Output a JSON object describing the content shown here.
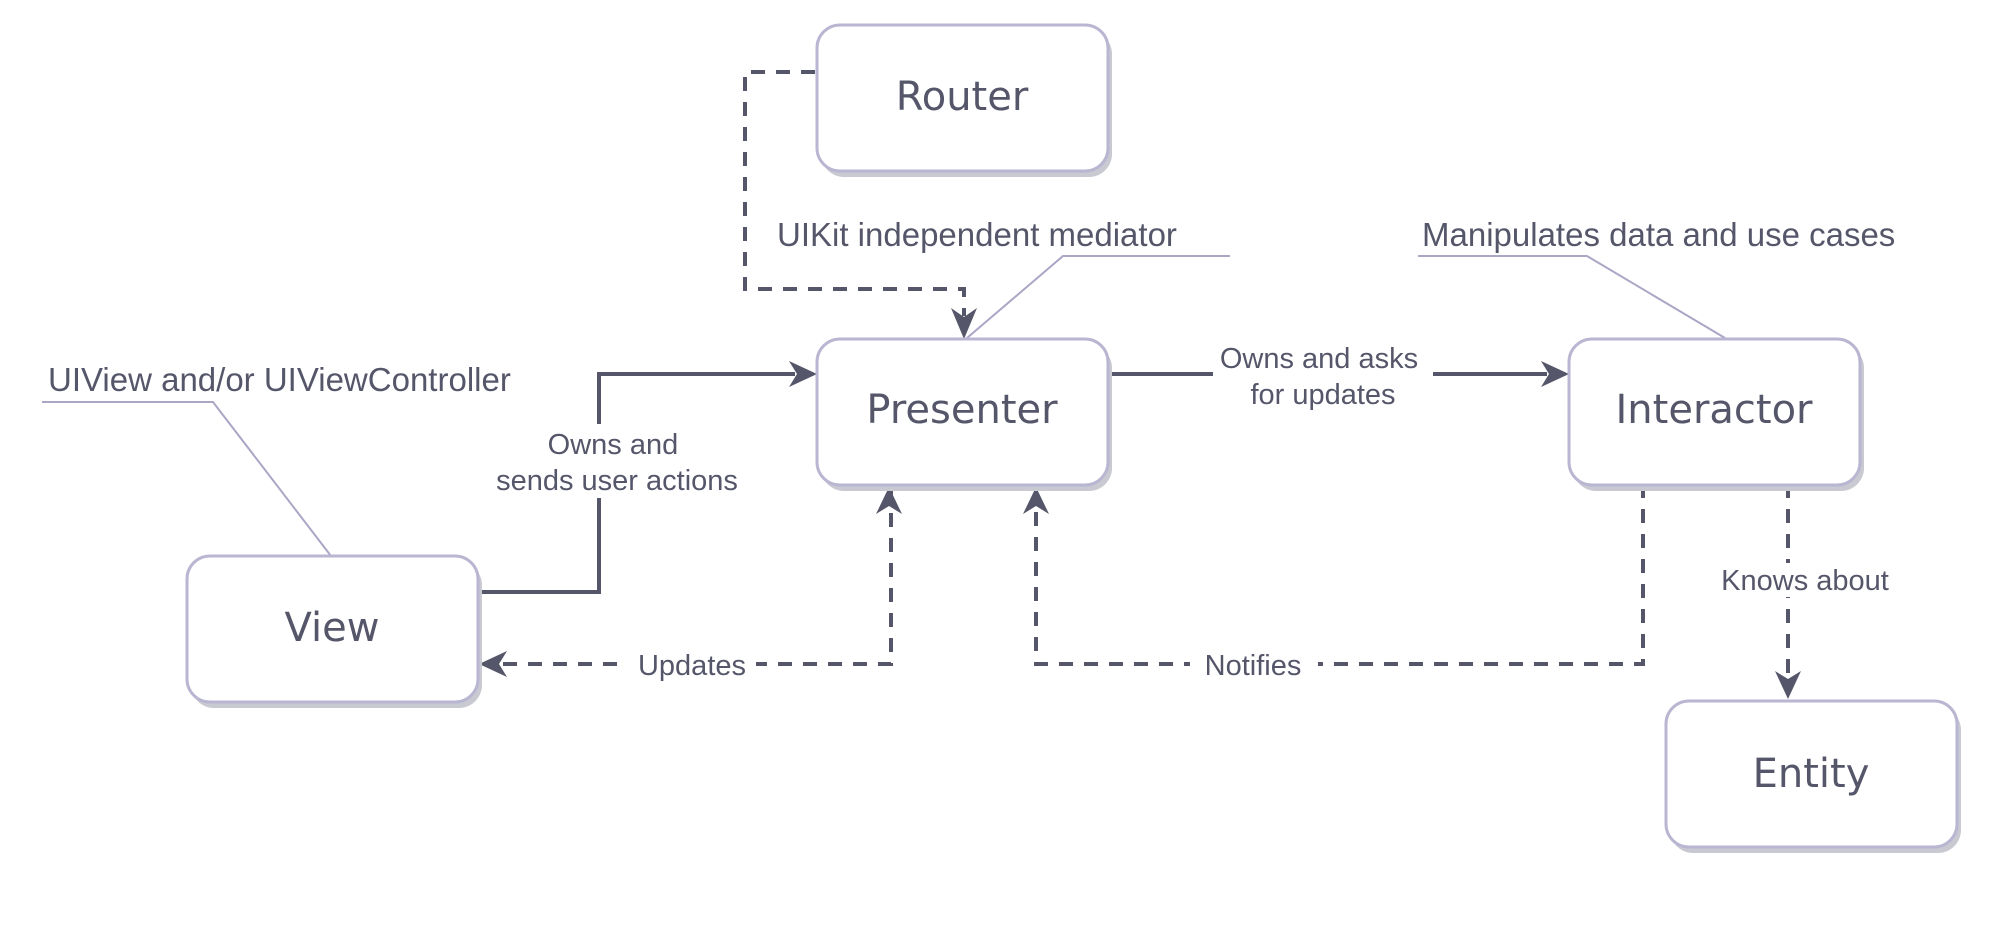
{
  "nodes": {
    "router": "Router",
    "presenter": "Presenter",
    "interactor": "Interactor",
    "view": "View",
    "entity": "Entity"
  },
  "callouts": {
    "presenter": "UIKit independent mediator",
    "interactor": "Manipulates data and use cases",
    "view": "UIView and/or UIViewController"
  },
  "edge_labels": {
    "view_to_presenter": [
      "Owns and",
      "sends user actions"
    ],
    "presenter_to_interactor": [
      "Owns and asks",
      "for updates"
    ],
    "presenter_updates_view": "Updates",
    "interactor_notifies_presenter": "Notifies",
    "interactor_knows_entity": "Knows about"
  },
  "colors": {
    "node_border": "#b9b6d2",
    "node_shadow": "#c9c9d2",
    "text": "#55566a",
    "edge": "#55566a",
    "callout_line": "#a9a7c5"
  }
}
